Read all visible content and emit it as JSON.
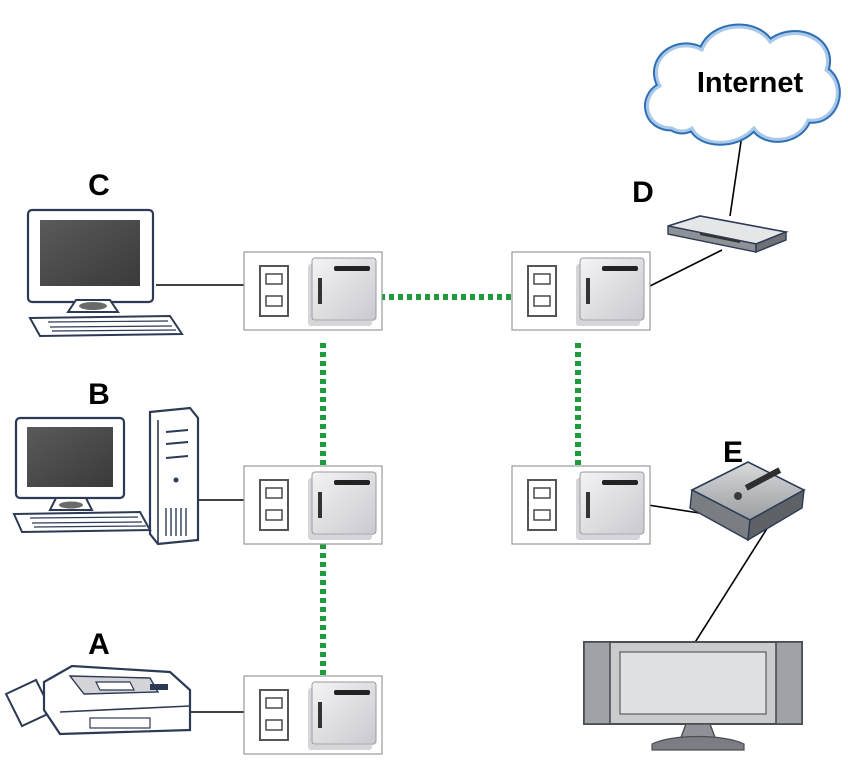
{
  "labels": {
    "a": "A",
    "b": "B",
    "c": "C",
    "d": "D",
    "e": "E",
    "internet": "Internet"
  },
  "colors": {
    "powerline_link": "#1e9b3c",
    "cable": "#000000",
    "cloud_outline": "#2f6fb4",
    "screen": "#4b4b4b",
    "device_body": "#e8e8ec"
  },
  "icons": {
    "a": "printer-icon",
    "b": "desktop-tower-computer-icon",
    "c": "monitor-computer-icon",
    "d": "modem-router-icon",
    "e": "media-player-box-icon",
    "tv": "flat-tv-icon",
    "internet": "cloud-icon",
    "adapter": "powerline-adapter-icon"
  }
}
